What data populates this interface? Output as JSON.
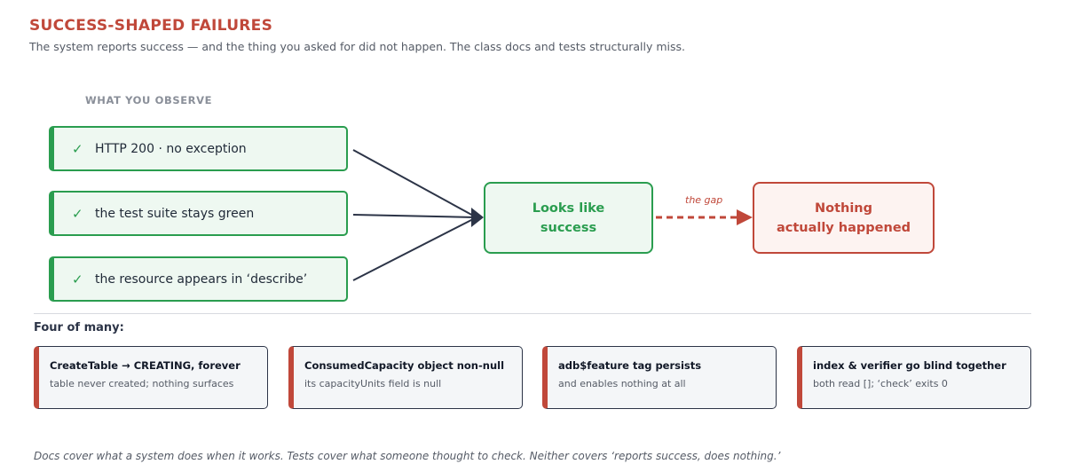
{
  "header": {
    "title": "SUCCESS-SHAPED FAILURES",
    "subtitle": "The system reports success — and the thing you asked for did not happen. The class docs and tests structurally miss."
  },
  "diagram": {
    "observe_label": "WHAT YOU OBSERVE",
    "check_glyph": "✓",
    "observations": [
      "HTTP 200 · no exception",
      "the test suite stays green",
      "the resource appears in ‘describe’"
    ],
    "middle": {
      "line1": "Looks like",
      "line2": "success"
    },
    "gap_label": "the gap",
    "result": {
      "line1": "Nothing",
      "line2": "actually happened"
    }
  },
  "examples": {
    "heading": "Four of many:",
    "cards": [
      {
        "title": "CreateTable → CREATING, forever",
        "desc": "table never created; nothing surfaces"
      },
      {
        "title": "ConsumedCapacity object non-null",
        "desc": "its capacityUnits field is null"
      },
      {
        "title": "adb$feature tag persists",
        "desc": "and enables nothing at all"
      },
      {
        "title": "index & verifier go blind together",
        "desc": "both read []; ‘check’ exits 0"
      }
    ]
  },
  "footer": {
    "text": "Docs cover what a system does when it works. Tests cover what someone thought to check. Neither covers ‘reports success, does nothing.’"
  },
  "colors": {
    "green": "#2a9d4f",
    "red": "#c0483a",
    "navy": "#2c3447"
  }
}
